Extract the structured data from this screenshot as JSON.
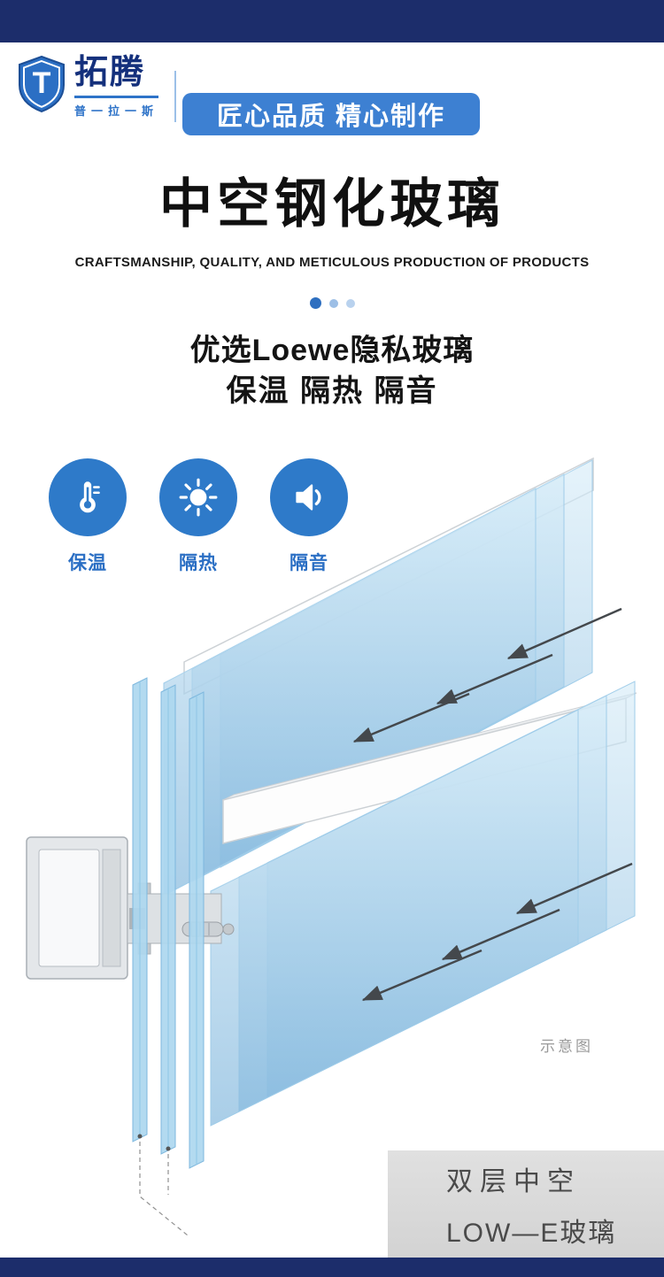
{
  "colors": {
    "navy_bar": "#1c2d6b",
    "banner_blue": "#3d80d2",
    "brand_blue": "#2e73c8",
    "icon_blue": "#2e7ac9",
    "glass_blue": "#85b9de",
    "label_gray": "#4a4a4a"
  },
  "logo": {
    "letter": "T",
    "brand": "拓腾",
    "sub_brand": "普一拉一斯"
  },
  "banner": {
    "text": "匠心品质 精心制作"
  },
  "hero": {
    "title": "中空钢化玻璃",
    "subtitle": "CRAFTSMANSHIP, QUALITY, AND METICULOUS PRODUCTION OF PRODUCTS",
    "selling_point_1": "优选Loewe隐私玻璃",
    "selling_point_2": "保温 隔热 隔音"
  },
  "carousel": {
    "dot_count": 3,
    "active_index": 0
  },
  "features": [
    {
      "label": "保温",
      "icon": "thermometer-icon"
    },
    {
      "label": "隔热",
      "icon": "sun-icon"
    },
    {
      "label": "隔音",
      "icon": "speaker-icon"
    }
  ],
  "diagram": {
    "caption": "示意图"
  },
  "glass_label": {
    "line1": "双层中空",
    "line2": "LOW—E玻璃"
  }
}
